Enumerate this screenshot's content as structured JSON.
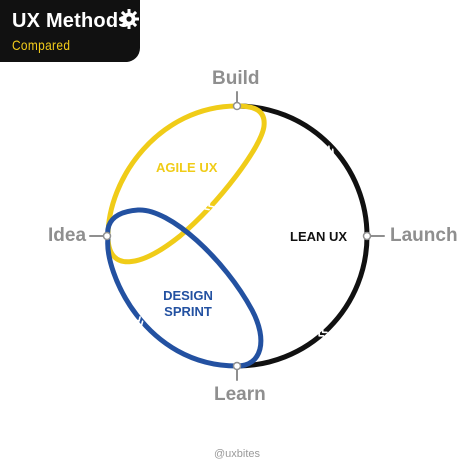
{
  "header": {
    "title": "UX Methods",
    "subtitle": "Compared",
    "icon": "cog-icon"
  },
  "nodes": {
    "build": "Build",
    "launch": "Launch",
    "learn": "Learn",
    "idea": "Idea"
  },
  "loops": {
    "agile": {
      "label": "AGILE UX",
      "color": "#f0cc18"
    },
    "lean": {
      "label": "LEAN UX",
      "color": "#111111"
    },
    "design_sprint": {
      "line1": "DESIGN",
      "line2": "SPRINT",
      "color": "#2351a1"
    }
  },
  "footer": {
    "handle": "@uxbites"
  }
}
